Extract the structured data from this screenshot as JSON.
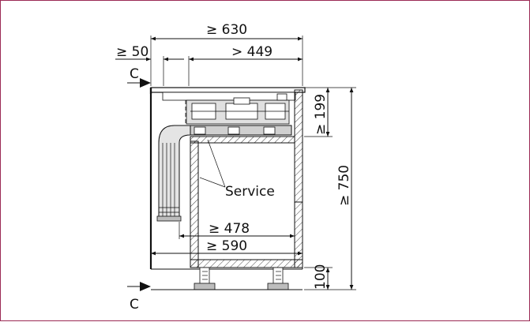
{
  "dimensions": {
    "width_total": "≥ 630",
    "edge_distance": "≥ 50",
    "cutout_width": "> 449",
    "hob_depth": "≥ 199",
    "worktop_height": "≥ 750",
    "inner_depth": "≥ 478",
    "cabinet_depth": "≥ 590",
    "plinth_height": "100"
  },
  "labels": {
    "service": "Service",
    "section_top": "C",
    "section_bottom": "C"
  }
}
